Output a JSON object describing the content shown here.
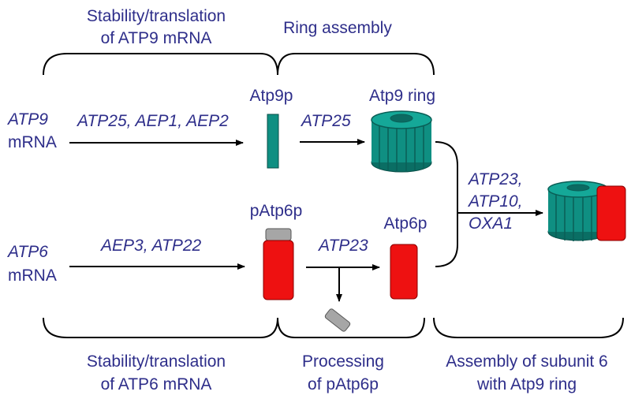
{
  "brackets": {
    "top_left": {
      "line1": "Stability/translation",
      "line2_prefix": "of ",
      "line2_gene": "ATP9",
      "line2_suffix": " mRNA"
    },
    "top_right": {
      "label": "Ring assembly"
    },
    "bottom_left": {
      "line1": "Stability/translation",
      "line2_prefix": "of ",
      "line2_gene": "ATP6",
      "line2_suffix": " mRNA"
    },
    "bottom_mid": {
      "line1": "Processing",
      "line2": "of pAtp6p"
    },
    "bottom_right": {
      "line1": "Assembly of subunit 6",
      "line2": "with Atp9 ring"
    }
  },
  "atp9_row": {
    "gene": "ATP9",
    "mrna": "mRNA",
    "translation_factors": "ATP25, AEP1, AEP2",
    "protein": "Atp9p",
    "ring_factor": "ATP25",
    "ring": "Atp9 ring"
  },
  "atp6_row": {
    "gene": "ATP6",
    "mrna": "mRNA",
    "translation_factors": "AEP3, ATP22",
    "precursor": "pAtp6p",
    "processing_factor": "ATP23",
    "mature": "Atp6p"
  },
  "assembly": {
    "factor1": "ATP23,",
    "factor2": "ATP10,",
    "factor3": "OXA1"
  },
  "colors": {
    "text": "#2e2e8a",
    "teal": "#0f8f82",
    "red": "#ee1111",
    "gray": "#a6a6a6"
  }
}
